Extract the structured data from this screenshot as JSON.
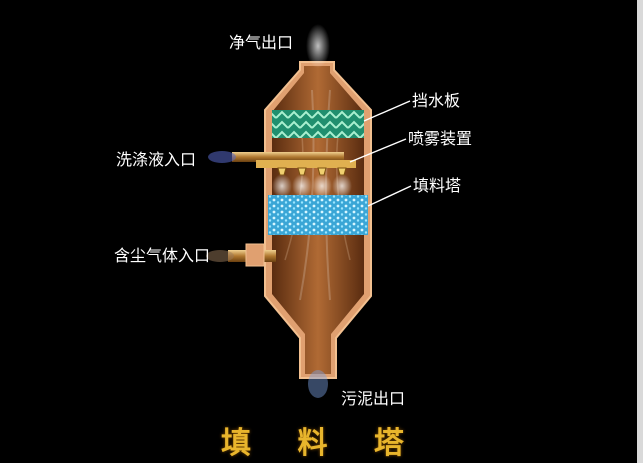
{
  "diagram": {
    "labels": {
      "clean_gas_outlet": "净气出口",
      "demister": "挡水板",
      "spray_device": "喷雾装置",
      "packing": "填料塔",
      "wash_liquid_inlet": "洗涤液入口",
      "dusty_gas_inlet": "含尘气体入口",
      "sludge_outlet": "污泥出口"
    },
    "title": "填 料 塔"
  },
  "colors": {
    "background": "#000000",
    "shell": "#e0a070",
    "body_interior": "#9a5a2c",
    "demister": "#1f8f6f",
    "packing": "#49b9e0",
    "pipe": "#c08a3a",
    "title": "#e8b52c",
    "label_text": "#ffffff"
  }
}
